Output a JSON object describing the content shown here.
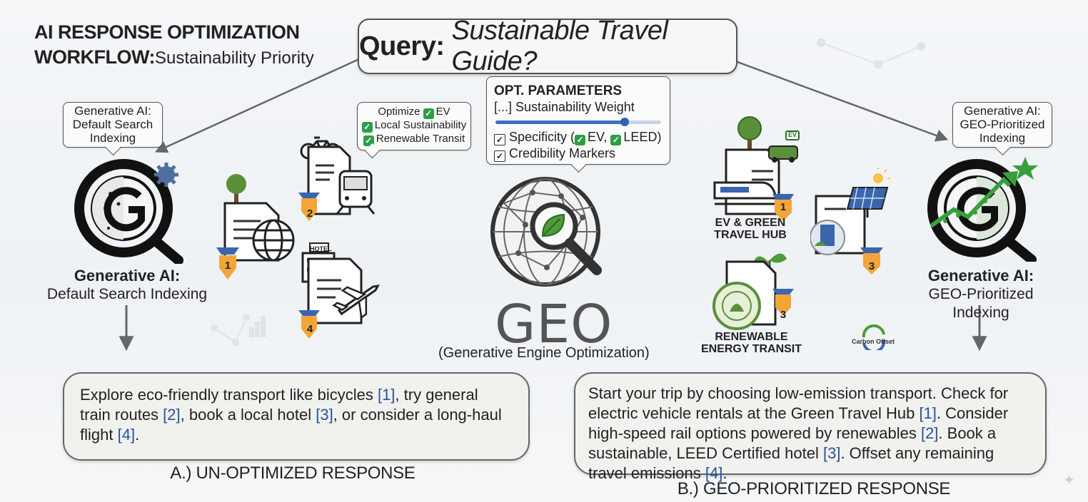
{
  "title": {
    "bold": "AI RESPONSE OPTIMIZATION WORKFLOW:",
    "line1": "AI RESPONSE OPTIMIZATION",
    "line2_bold": "WORKFLOW:",
    "line2_rest": "Sustainability Priority"
  },
  "query": {
    "prefix": "Query:",
    "text": "Sustainable Travel Guide?"
  },
  "left_engine": {
    "callout_line1": "Generative AI:",
    "callout_line2": "Default Search",
    "callout_line3": "Indexing",
    "label_bold": "Generative AI:",
    "label_sub": "Default Search Indexing",
    "icon": "search-engine-logo-icon"
  },
  "right_engine": {
    "callout_line1": "Generative AI:",
    "callout_line2": "GEO-Prioritized",
    "callout_line3": "Indexing",
    "label_bold": "Generative AI:",
    "label_sub": "GEO-Prioritized Indexing",
    "icon": "search-engine-logo-icon"
  },
  "optimize_callout": {
    "line1": "Optimize",
    "line1_tag": "EV",
    "line2": "Local Sustainability",
    "line3": "Renewable Transit"
  },
  "parameters": {
    "heading": "OPT. PARAMETERS",
    "slider_label": "[...] Sustainability Weight",
    "slider_value": 0.78,
    "specificity_prefix": "Specificity (",
    "specificity_a": "EV,",
    "specificity_b": "LEED)",
    "credibility": "Credibility Markers"
  },
  "geo": {
    "title": "GEO",
    "subtitle": "(Generative Engine Optimization)"
  },
  "left_sources": [
    {
      "rank": "1",
      "icons": [
        "tree-icon",
        "document-icon",
        "globe-icon"
      ]
    },
    {
      "rank": "2",
      "icons": [
        "bicycle-icon",
        "document-icon",
        "train-icon"
      ]
    },
    {
      "rank": "4",
      "icons": [
        "hotel-icon",
        "document-icon",
        "airplane-icon"
      ]
    }
  ],
  "hotel_sign": "HOTEL",
  "right_sources": [
    {
      "rank": "1",
      "label_line1": "EV & GREEN",
      "label_line2": "TRAVEL HUB",
      "ev_tag": "EV"
    },
    {
      "rank": "3",
      "label_line1": "",
      "label_line2": ""
    },
    {
      "rank": "3",
      "label_line1": "RENEWABLE",
      "label_line2": "ENERGY TRANSIT"
    }
  ],
  "carbon_offset": "Carbon Offset",
  "response_a": {
    "segments": [
      "Explore eco-friendly transport like bicycles ",
      "[1]",
      ", try general train routes ",
      "[2]",
      ", book a local hotel ",
      "[3]",
      ", or consider a long-haul flight ",
      "[4]",
      "."
    ],
    "caption": "A.) UN-OPTIMIZED RESPONSE"
  },
  "response_b": {
    "segments": [
      "Start your trip by choosing low-emission transport. Check for electric vehicle rentals at the Green Travel Hub ",
      "[1]",
      ". Consider high-speed rail options powered by renewables ",
      "[2]",
      ". Book a sustainable, LEED Certified hotel ",
      "[3]",
      ". Offset any remaining travel emissions ",
      "[4]",
      "."
    ],
    "caption": "B.) GEO-PRIORITIZED RESPONSE"
  },
  "colors": {
    "accent_blue": "#2752a0",
    "check_green": "#2e9e44",
    "badge_orange": "#f4a53a",
    "ribbon_blue": "#2f62b3",
    "leaf_green": "#4f9a3a"
  }
}
